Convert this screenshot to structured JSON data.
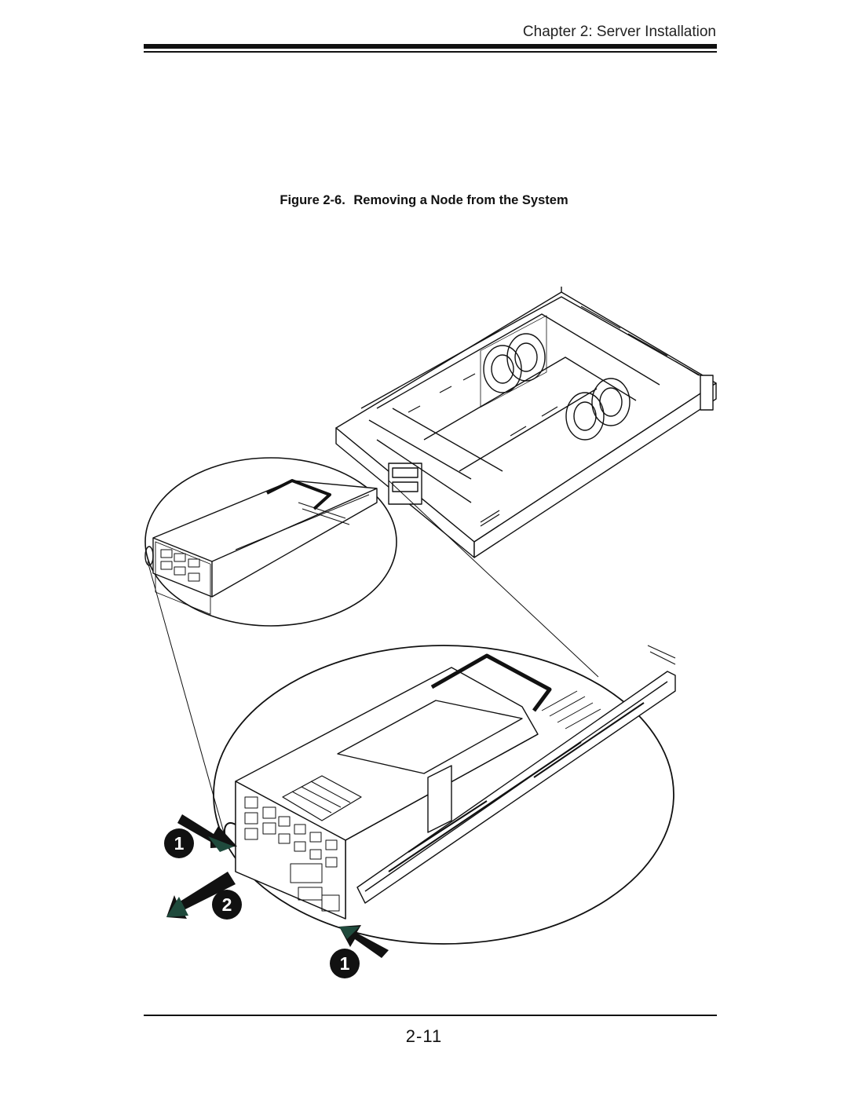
{
  "header": {
    "chapter_title": "Chapter 2: Server Installation"
  },
  "figure": {
    "label": "Figure 2-6.",
    "caption": "Removing a Node from the System",
    "steps": [
      "1",
      "2",
      "1"
    ]
  },
  "footer": {
    "page_number": "2-11"
  }
}
